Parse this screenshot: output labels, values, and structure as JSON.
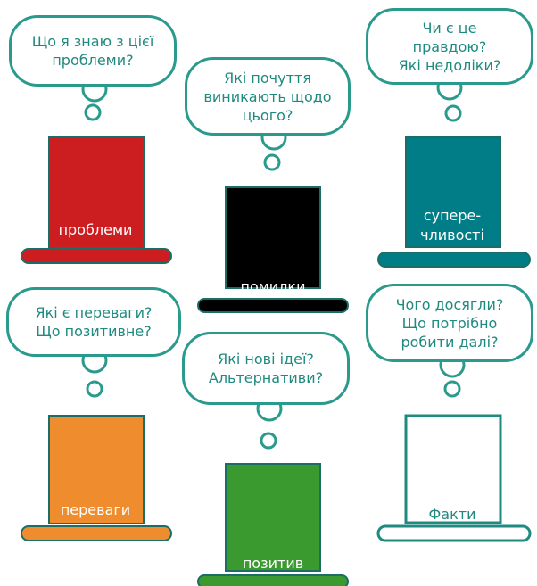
{
  "hats": [
    {
      "id": "red",
      "question": "Що я знаю з цієї\nпроблеми?",
      "label": "проблеми",
      "color": "#cc1d21",
      "label_color": "#ffffff"
    },
    {
      "id": "black",
      "question": "Які почуття\nвиникають щодо\nцього?",
      "label": "помилки",
      "color": "#000000",
      "label_color": "#ffffff"
    },
    {
      "id": "teal",
      "question": "Чи є це\nправдою?\nЯкі недоліки?",
      "label": "супере-\nчливості",
      "color": "#007d87",
      "label_color": "#ffffff"
    },
    {
      "id": "orange",
      "question": "Які є переваги?\nЩо позитивне?",
      "label": "переваги",
      "color": "#ef8d2e",
      "label_color": "#ffffff"
    },
    {
      "id": "green",
      "question": "Які нові ідеї?\nАльтернативи?",
      "label": "позитив",
      "color": "#3a9a2f",
      "label_color": "#ffffff"
    },
    {
      "id": "white",
      "question": "Чого досягли?\nЩо потрібно\nробити далі?",
      "label": "Факти",
      "color": "#ffffff",
      "label_color": "#1f8a80"
    }
  ],
  "colors": {
    "outline": "#1f8a80",
    "bubble_border": "#2a9a8c"
  }
}
